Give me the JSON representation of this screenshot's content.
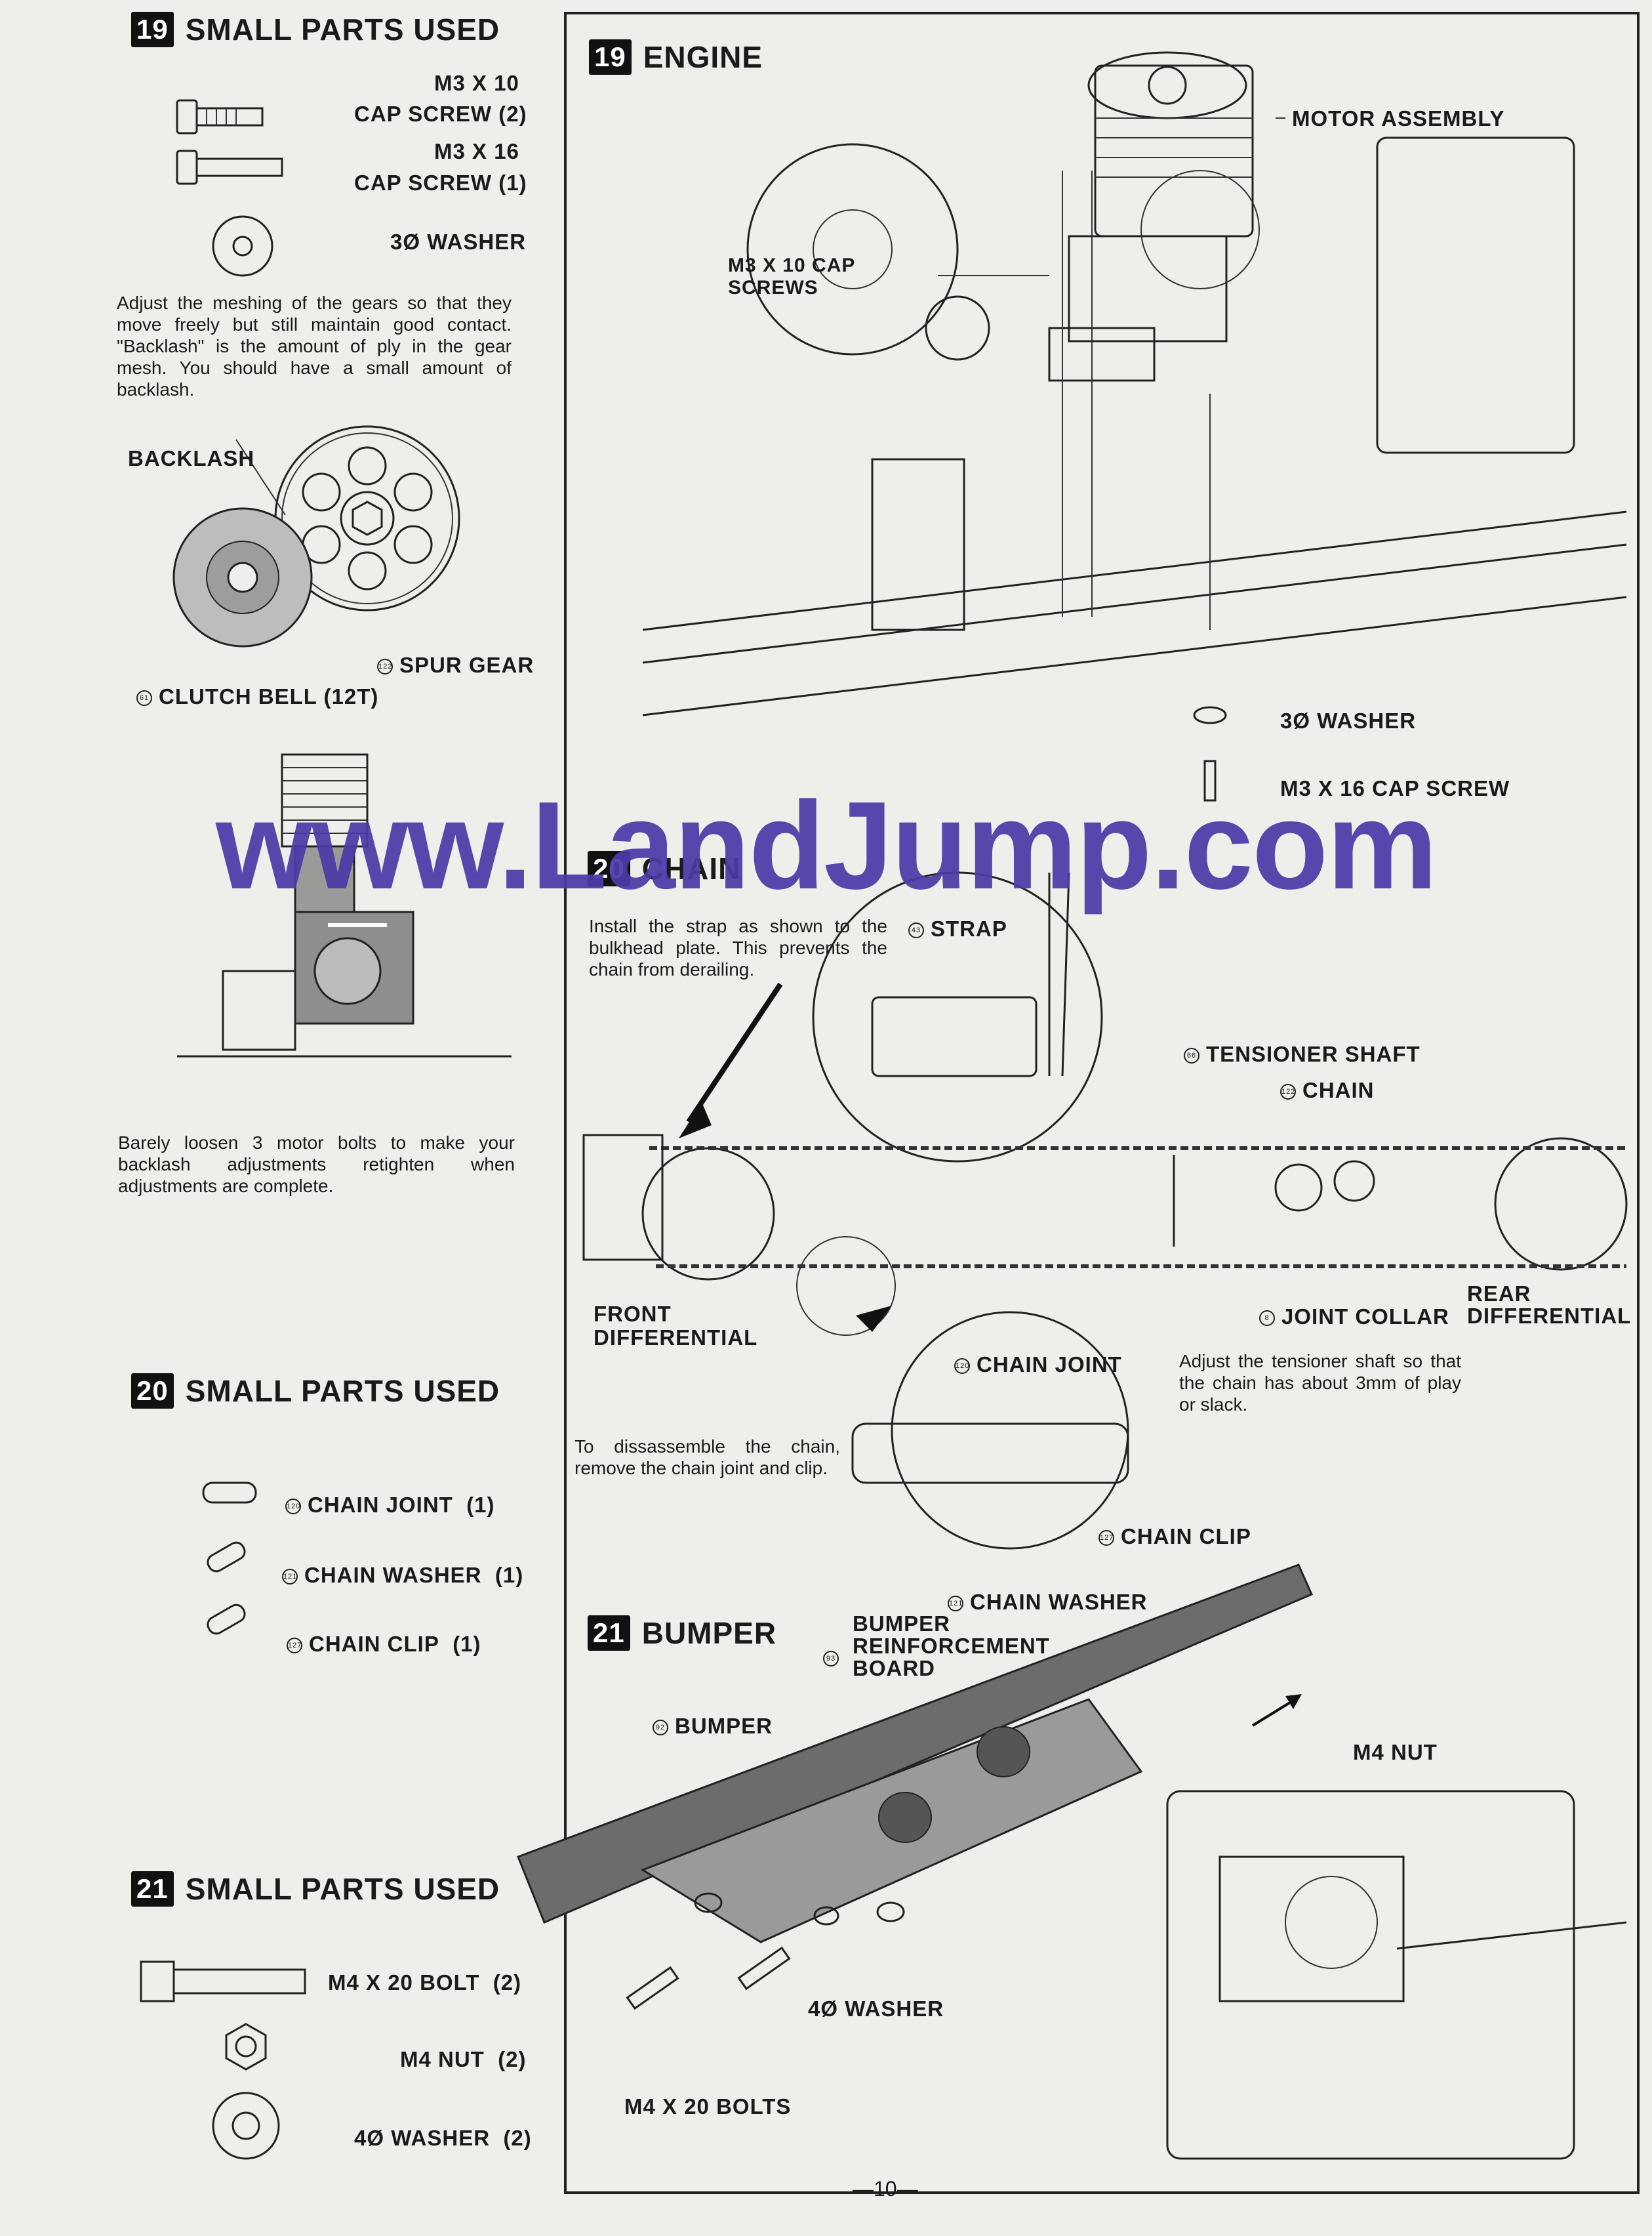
{
  "left_column": {
    "s19": {
      "number": "19",
      "title": "SMALL PARTS USED",
      "parts": [
        "M3 X 10",
        "CAP SCREW (2)",
        "M3 X 16",
        "CAP SCREW (1)",
        "3Ø WASHER"
      ],
      "text": "Adjust the meshing of the gears so that they move freely but still maintain good contact. \"Backlash\" is the amount of ply in the gear mesh. You should have a small amount of backlash.",
      "backlash": "BACKLASH",
      "spur_num": "122",
      "spur": "SPUR GEAR",
      "clutch_num": "61",
      "clutch": "CLUTCH BELL (12T)",
      "motor_text": "Barely loosen 3 motor bolts to make your backlash adjustments retighten when adjustments are complete."
    },
    "s20": {
      "number": "20",
      "title": "SMALL PARTS USED",
      "items": [
        {
          "num": "120",
          "label": "CHAIN JOINT",
          "qty": "(1)"
        },
        {
          "num": "121",
          "label": "CHAIN WASHER",
          "qty": "(1)"
        },
        {
          "num": "127",
          "label": "CHAIN CLIP",
          "qty": "(1)"
        }
      ]
    },
    "s21": {
      "number": "21",
      "title": "SMALL PARTS USED",
      "items": [
        {
          "label": "M4 X 20 BOLT",
          "qty": "(2)"
        },
        {
          "label": "M4 NUT",
          "qty": "(2)"
        },
        {
          "label": "4Ø WASHER",
          "qty": "(2)"
        }
      ]
    }
  },
  "engine": {
    "number": "19",
    "title": "ENGINE",
    "motor": "MOTOR ASSEMBLY",
    "screws": "M3 X 10 CAP SCREWS",
    "washer": "3Ø WASHER",
    "screw16": "M3 X 16 CAP SCREW"
  },
  "chain": {
    "number": "20",
    "title": "CHAIN",
    "intro": "Install the strap as shown to the bulkhead plate. This prevents the chain from derailing.",
    "strap_num": "43",
    "strap": "STRAP",
    "tensioner_num": "66",
    "tensioner": "TENSIONER SHAFT",
    "chain_num": "122",
    "chain": "CHAIN",
    "front": "FRONT DIFFERENTIAL",
    "joint_num": "8",
    "joint_collar": "JOINT COLLAR",
    "rear": "REAR DIFFERENTIAL",
    "adjust": "Adjust the tensioner shaft so that the chain has about 3mm of play or slack.",
    "cj_num": "120",
    "chain_joint": "CHAIN JOINT",
    "disassemble": "To dissassemble the chain, remove the chain joint and clip.",
    "cc_num": "127",
    "chain_clip": "CHAIN CLIP",
    "cw_num": "121",
    "chain_washer": "CHAIN WASHER"
  },
  "bumper": {
    "number": "21",
    "title": "BUMPER",
    "board_num": "93",
    "board": "BUMPER REINFORCEMENT BOARD",
    "bumper_num": "92",
    "bumper": "BUMPER",
    "nut": "M4 NUT",
    "washer": "4Ø WASHER",
    "bolts": "M4 X 20 BOLTS"
  },
  "watermark": "www.LandJump.com",
  "page_number": "—10—"
}
